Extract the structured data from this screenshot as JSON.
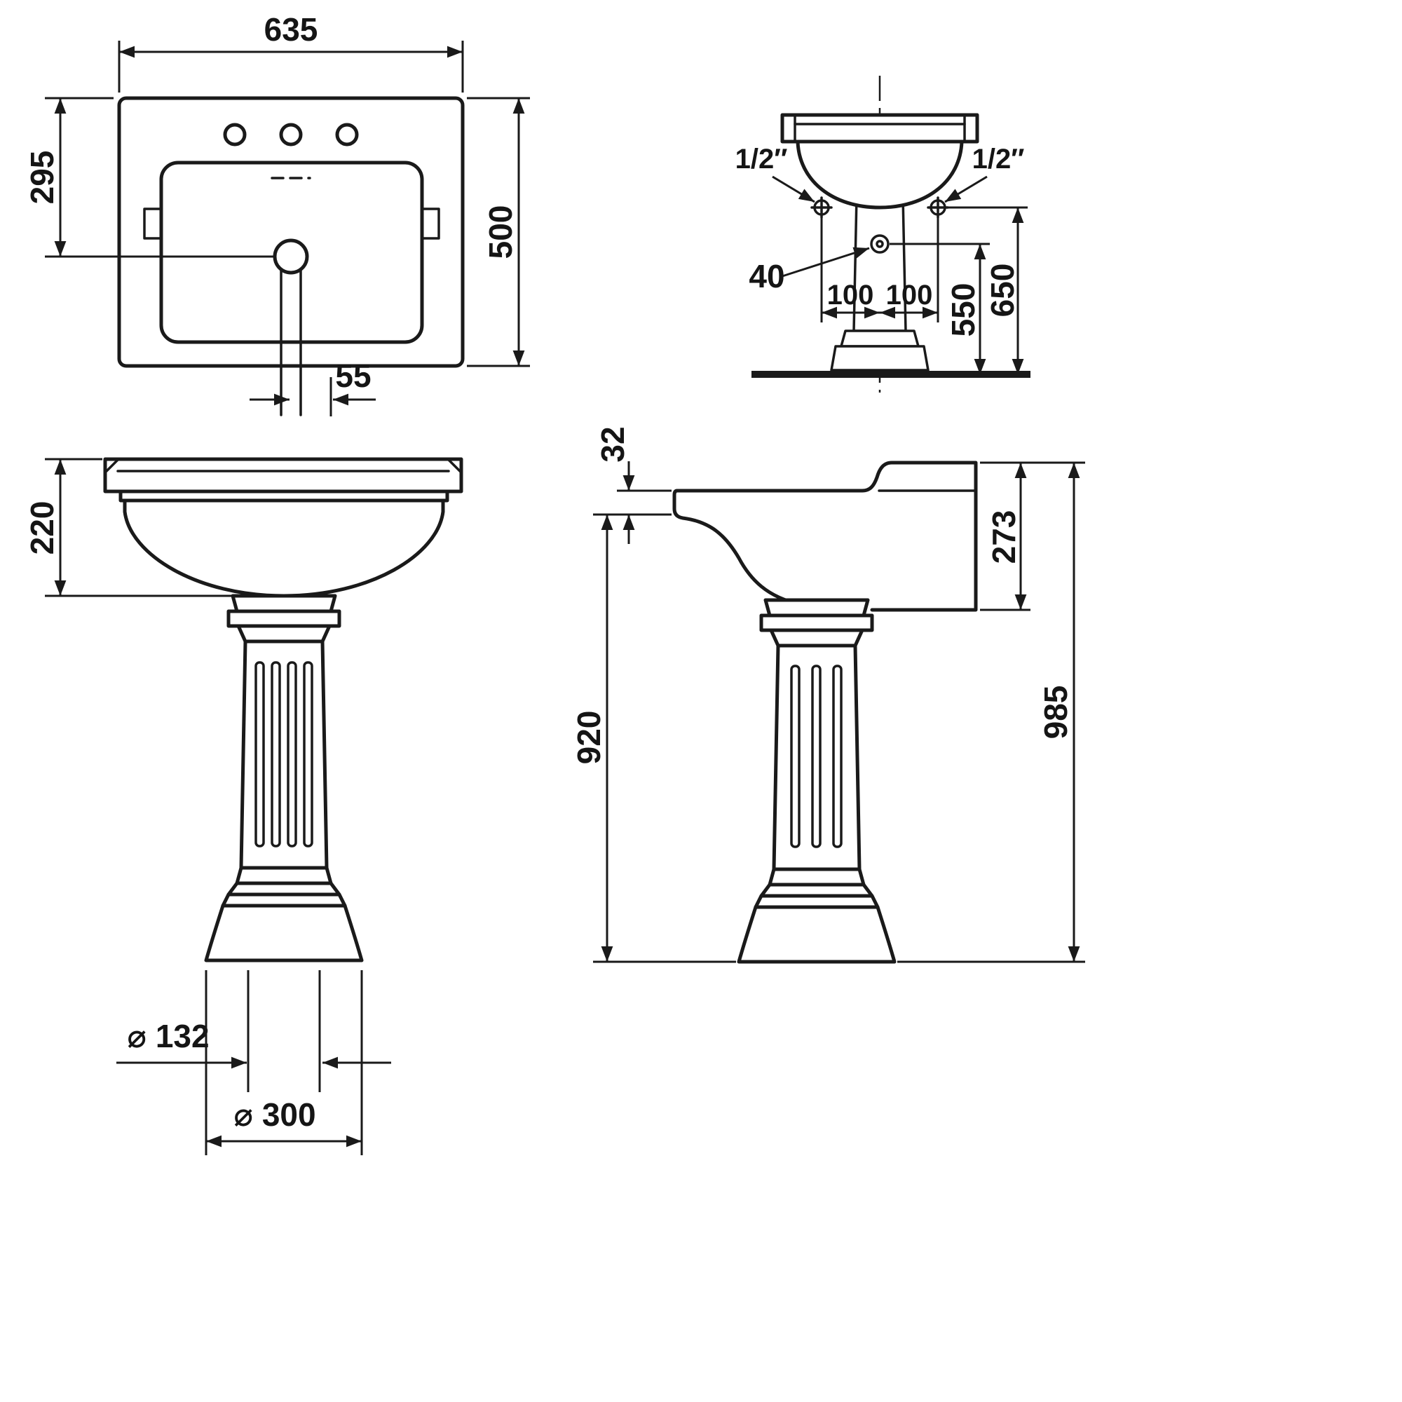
{
  "drawing": {
    "plan_view": {
      "width": "635",
      "depth": "500",
      "bowl_offset": "295",
      "waste_offset": "55"
    },
    "connection_view": {
      "inlet_left": "1/2″",
      "inlet_right": "1/2″",
      "waste_dia": "40",
      "spacing_left": "100",
      "spacing_right": "100",
      "waste_height": "550",
      "inlet_height": "650"
    },
    "front_view": {
      "basin_height": "220",
      "base_inner_dia": "⌀ 132",
      "base_outer_dia": "⌀ 300"
    },
    "side_view": {
      "rim_thickness": "32",
      "basin_depth": "273",
      "rim_height": "920",
      "overall_height": "985"
    }
  }
}
